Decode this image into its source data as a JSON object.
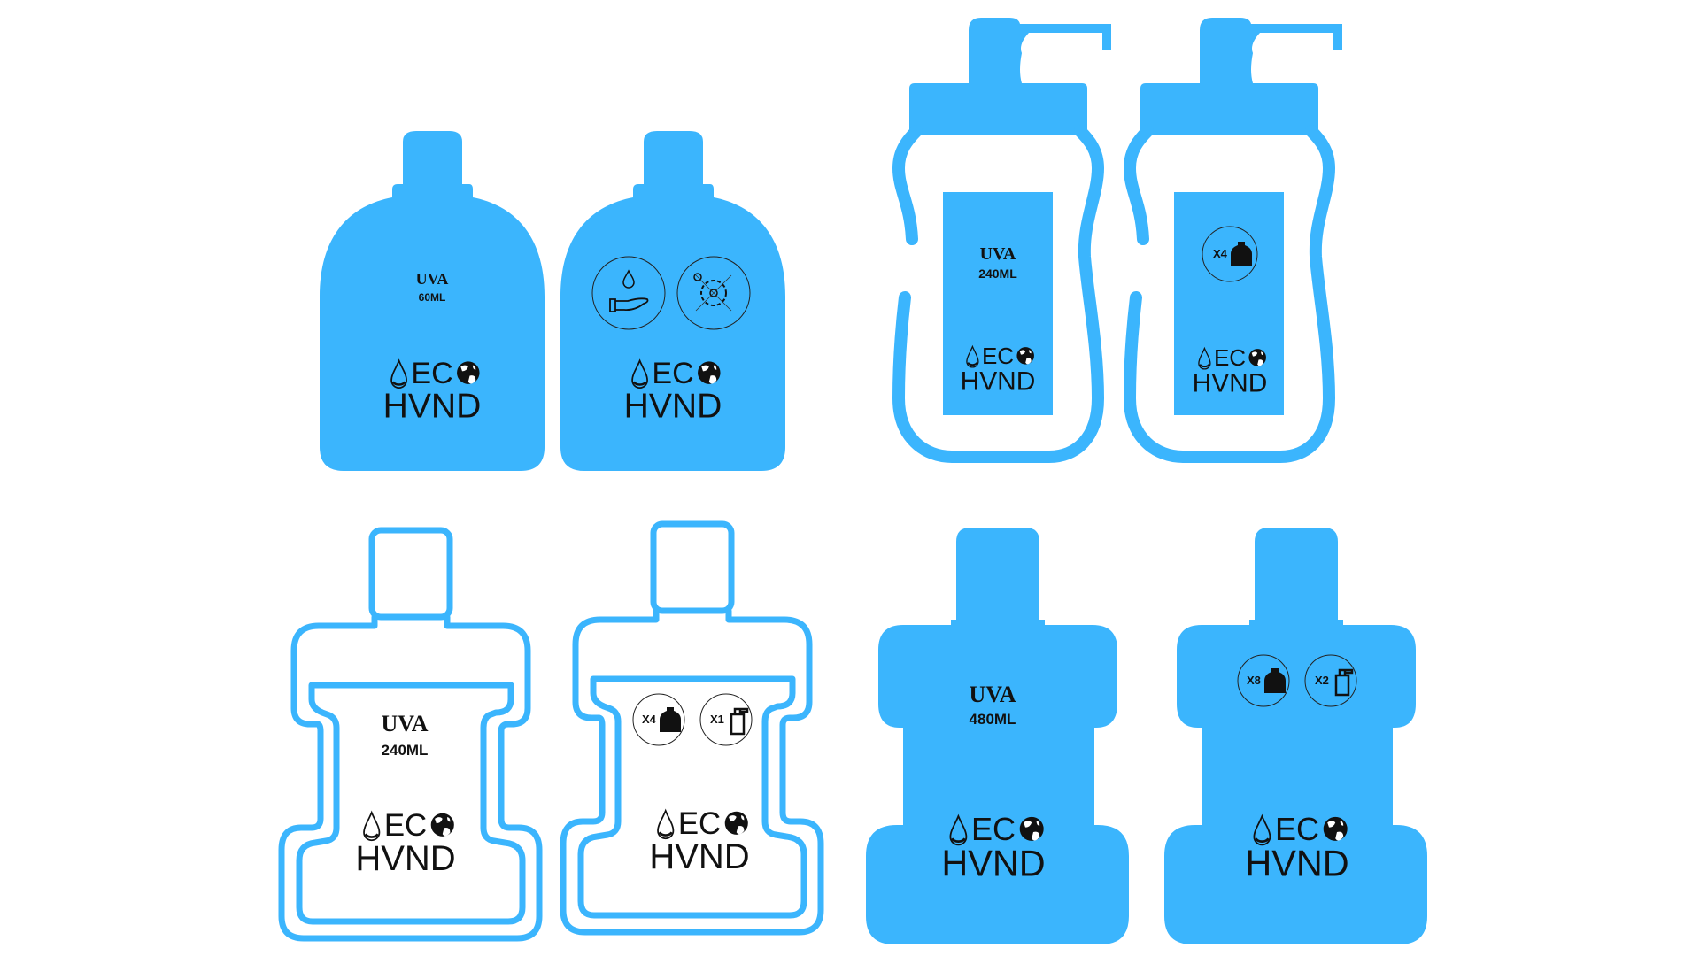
{
  "brand": {
    "eco": "EC",
    "name": "HVND",
    "accent": "#3bb5fd"
  },
  "bottles": [
    {
      "title": "UVA",
      "volume": "60ML"
    },
    {
      "icons": [
        "hand-sanitizer-drop",
        "virus-crossed"
      ]
    },
    {
      "title": "UVA",
      "volume": "240ML"
    },
    {
      "pack": "X4"
    },
    {
      "title": "UVA",
      "volume": "240ML"
    },
    {
      "pack": [
        "X4",
        "X1"
      ]
    },
    {
      "title": "UVA",
      "volume": "480ML"
    },
    {
      "pack": [
        "X8",
        "X2"
      ]
    }
  ]
}
